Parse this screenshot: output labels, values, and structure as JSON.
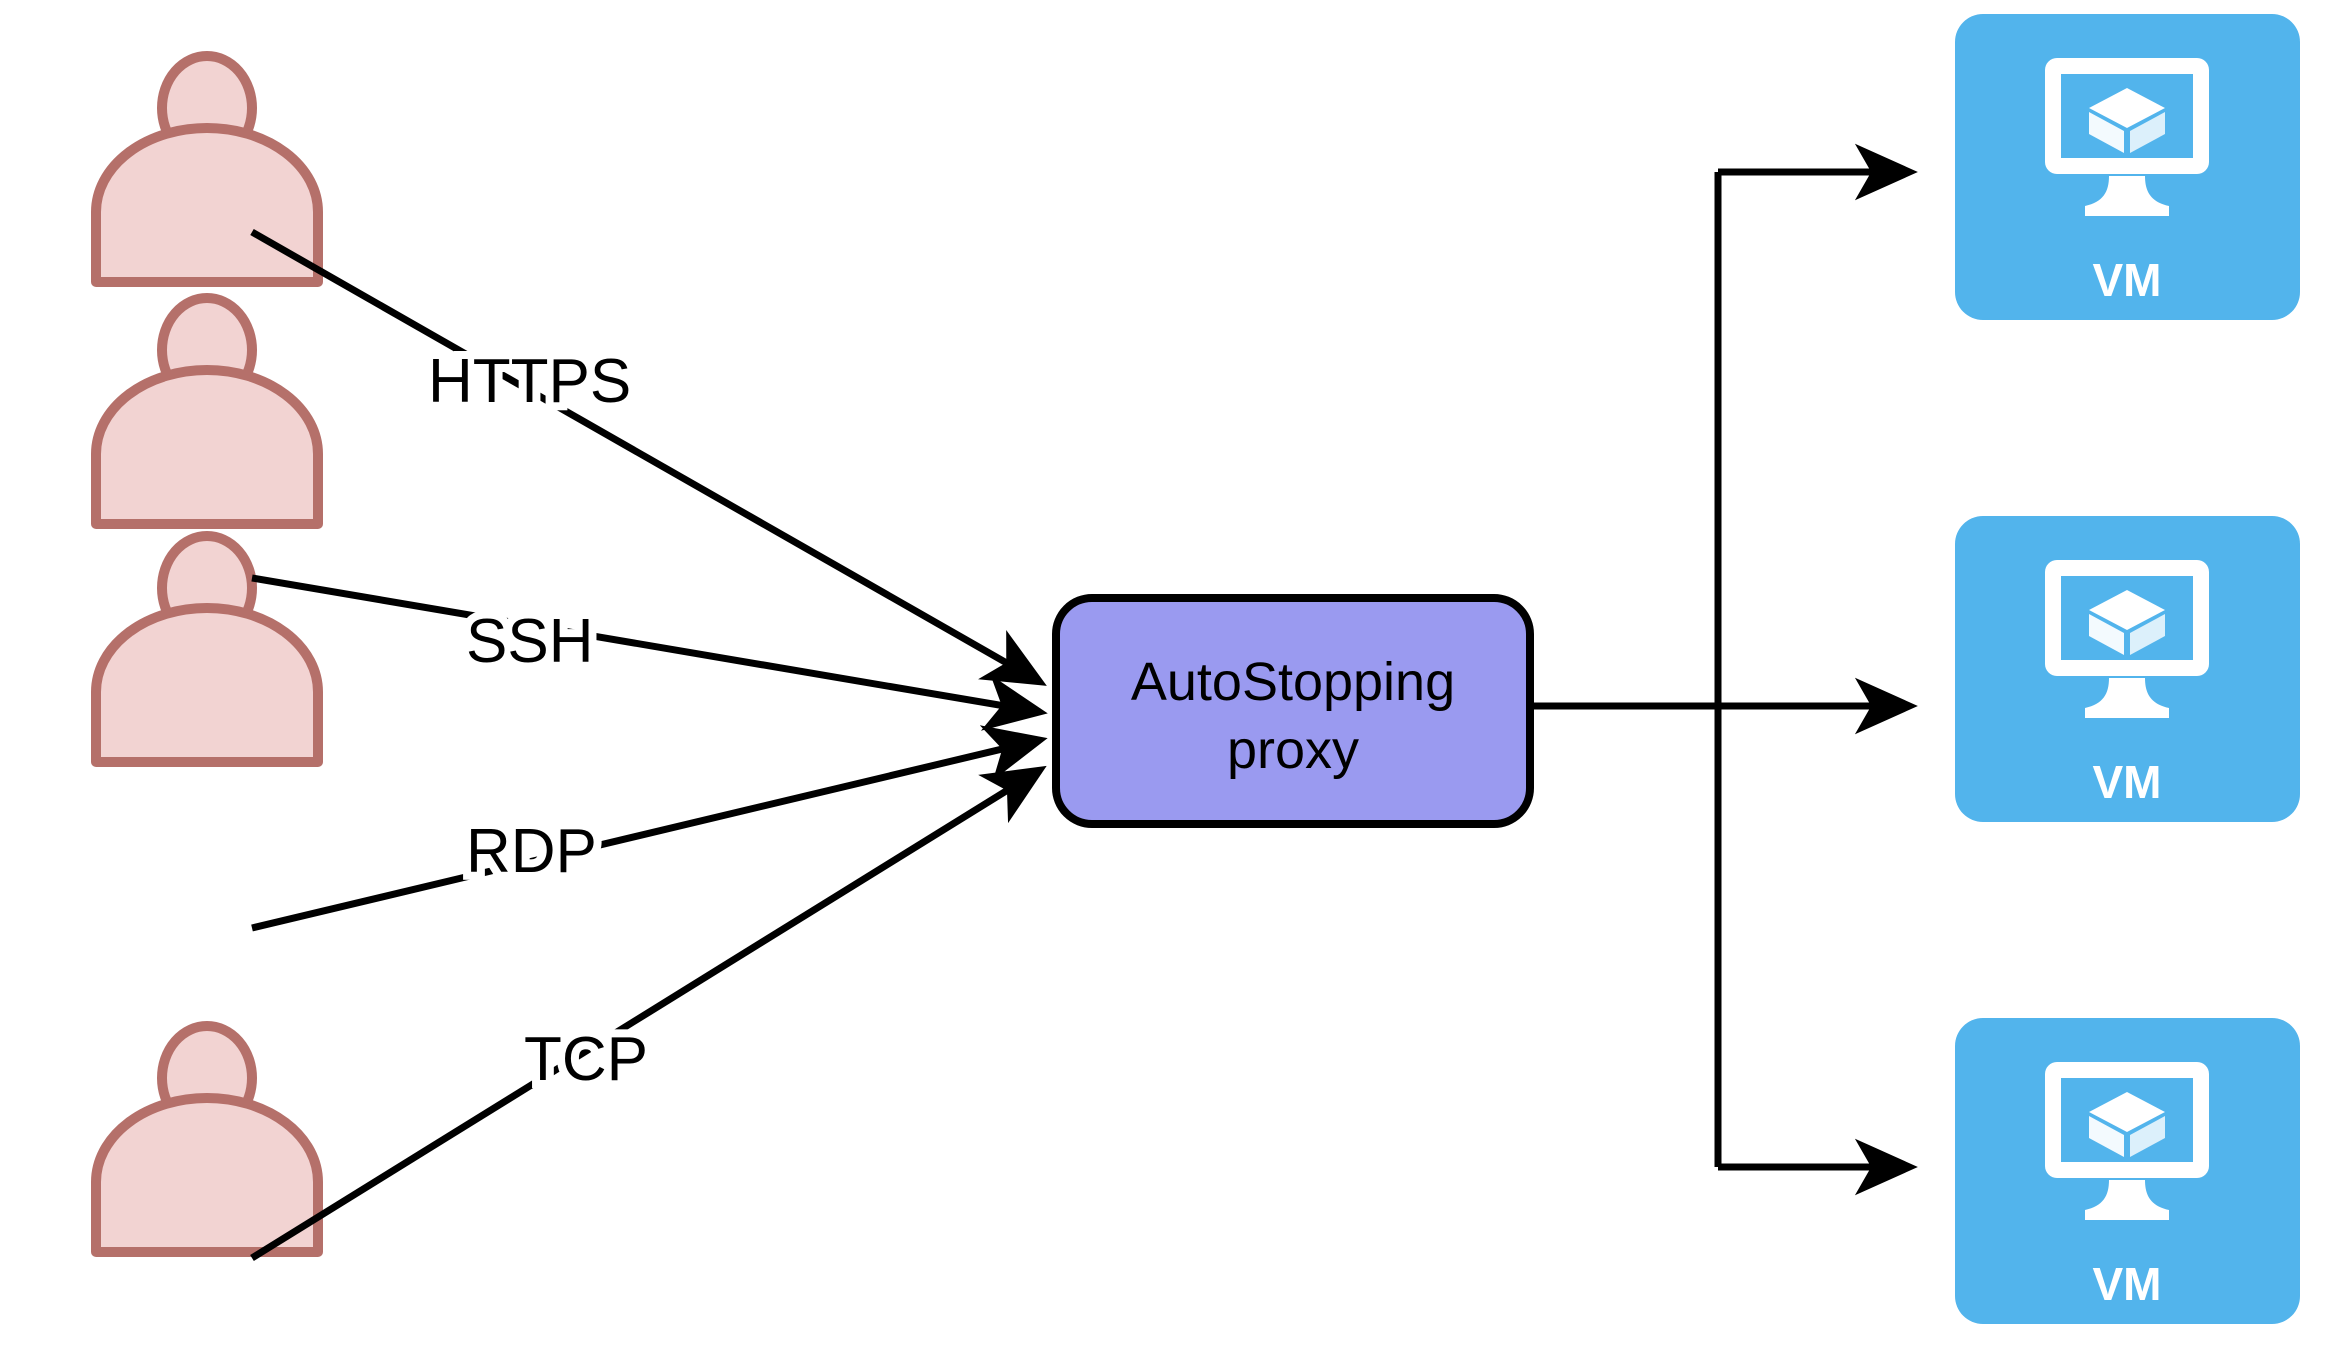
{
  "diagram": {
    "title": "AutoStopping proxy connectivity",
    "background": "#ffffff",
    "colors": {
      "actor_fill": "#f2d3d2",
      "actor_stroke": "#b5706a",
      "proxy_fill": "#9a9af0",
      "proxy_stroke": "#000000",
      "vm_fill": "#52b4ec",
      "vm_icon": "#ffffff",
      "edge": "#000000"
    }
  },
  "actors": [
    {
      "name": "user-1",
      "icon": "user-icon"
    },
    {
      "name": "user-2",
      "icon": "user-icon"
    },
    {
      "name": "user-3",
      "icon": "user-icon"
    },
    {
      "name": "user-4",
      "icon": "user-icon"
    }
  ],
  "edges": {
    "labels": [
      "HTTPS",
      "SSH",
      "RDP",
      "TCP"
    ]
  },
  "proxy": {
    "line1": "AutoStopping",
    "line2": "proxy"
  },
  "vms": [
    {
      "label": "VM",
      "icon": "vm-monitor-cube-icon"
    },
    {
      "label": "VM",
      "icon": "vm-monitor-cube-icon"
    },
    {
      "label": "VM",
      "icon": "vm-monitor-cube-icon"
    }
  ]
}
